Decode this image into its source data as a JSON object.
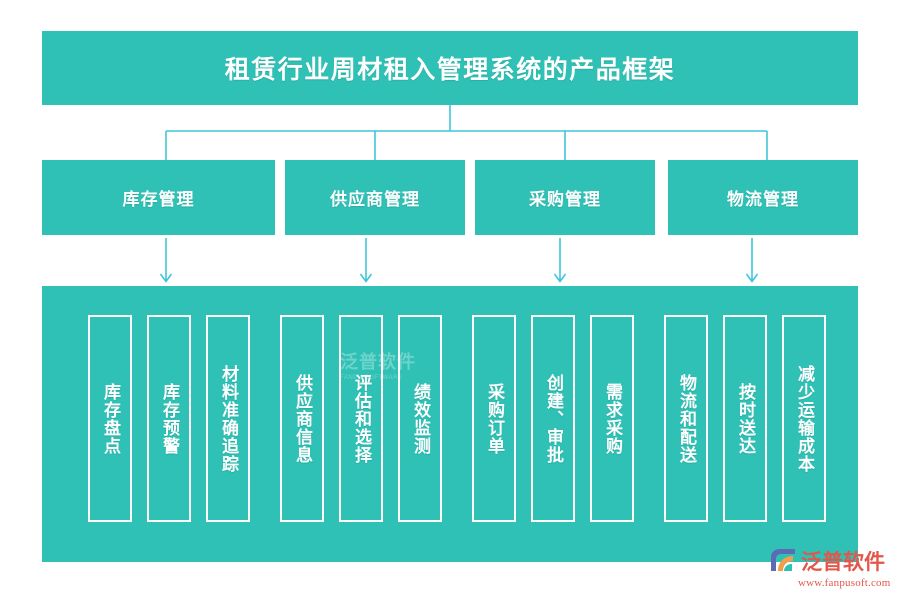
{
  "title": {
    "text": "租赁行业周材租入管理系统的产品框架"
  },
  "colors": {
    "teal": "#2fc1b5",
    "arrow": "#3fc6d8",
    "white": "#ffffff",
    "brand_red": "#e2574c"
  },
  "categories": [
    {
      "label": "库存管理"
    },
    {
      "label": "供应商管理"
    },
    {
      "label": "采购管理"
    },
    {
      "label": "物流管理"
    }
  ],
  "chips": [
    {
      "label": "库存盘点"
    },
    {
      "label": "库存预警"
    },
    {
      "label": "材料准确追踪"
    },
    {
      "label": "供应商信息"
    },
    {
      "label": "评估和选择"
    },
    {
      "label": "绩效监测"
    },
    {
      "label": "采购订单"
    },
    {
      "label": "创建、审批"
    },
    {
      "label": "需求采购"
    },
    {
      "label": "物流和配送"
    },
    {
      "label": "按时送达"
    },
    {
      "label": "减少运输成本"
    }
  ],
  "watermark": {
    "text": "泛普软件",
    "sub": "FANPU SOFTWARE"
  },
  "brand": {
    "name": "泛普软件",
    "url": "www.fanpusoft.com",
    "mark": "fanpu-logo-icon"
  }
}
